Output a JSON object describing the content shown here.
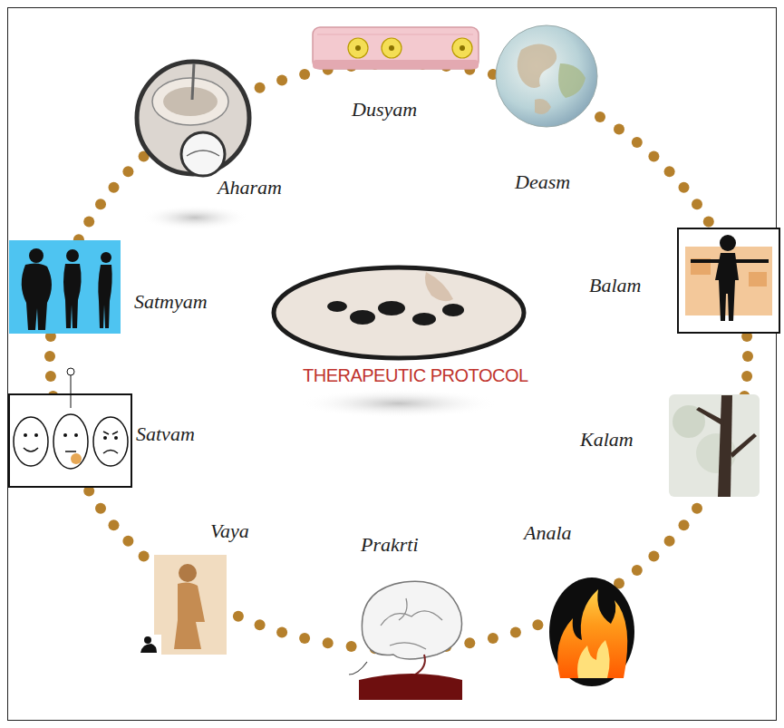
{
  "diagram": {
    "labels": [
      "Dusyam",
      "Deasm",
      "Balam",
      "Kalam",
      "Anala",
      "Prakrti",
      "Vaya",
      "Satvam",
      "Satmyam",
      "Aharam",
      "THERAPEUTIC PROTOCOL"
    ]
  }
}
